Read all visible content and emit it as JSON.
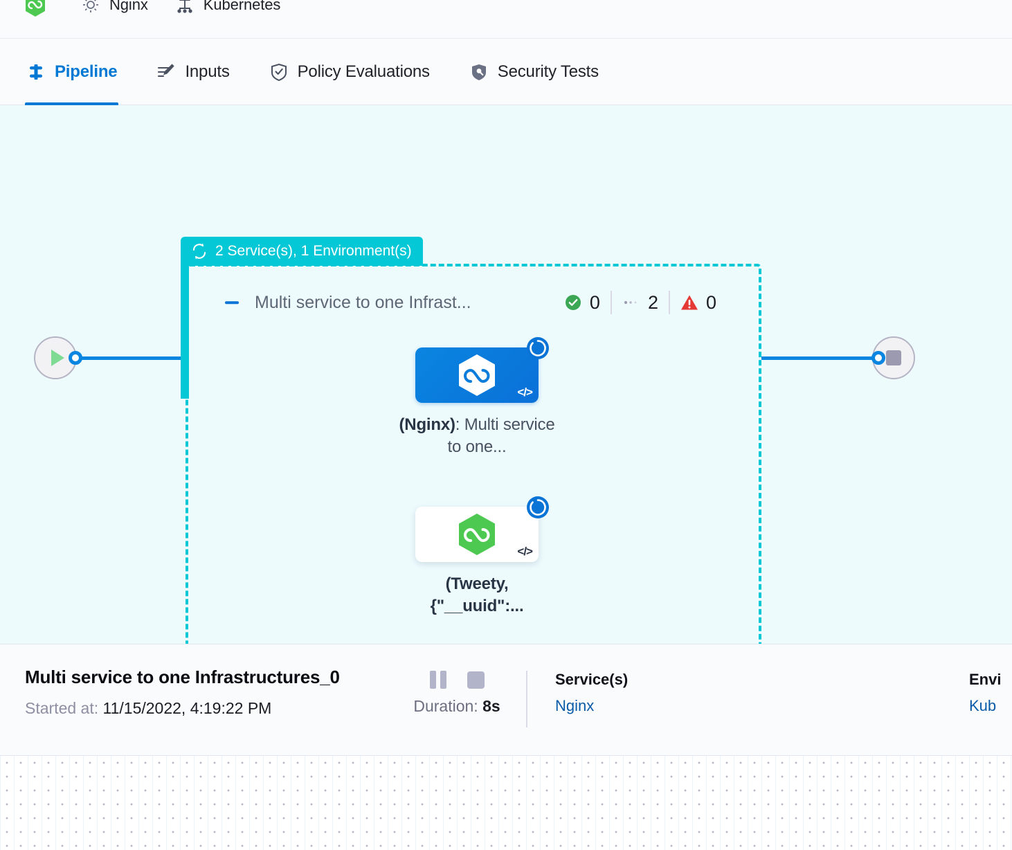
{
  "breadcrumbs": [
    {
      "icon": "harness-hexagon-logo-icon",
      "label": ""
    },
    {
      "icon": "gear-icon",
      "label": "Nginx"
    },
    {
      "icon": "kubernetes-icon",
      "label": "Kubernetes"
    }
  ],
  "tabs": [
    {
      "id": "pipeline",
      "label": "Pipeline",
      "icon": "pipeline-icon",
      "active": true
    },
    {
      "id": "inputs",
      "label": "Inputs",
      "icon": "inputs-icon",
      "active": false
    },
    {
      "id": "policy",
      "label": "Policy Evaluations",
      "icon": "shield-check-icon",
      "active": false
    },
    {
      "id": "security",
      "label": "Security Tests",
      "icon": "shield-scan-icon",
      "active": false
    }
  ],
  "canvas": {
    "group_badge": {
      "icon": "matrix-loop-icon",
      "label": "2 Service(s), 1 Environment(s)"
    },
    "group": {
      "collapse_icon": "minus-icon",
      "title": "Multi service to one Infrast...",
      "stats": [
        {
          "icon": "success-check-icon",
          "value": "0",
          "color": "#3ba755"
        },
        {
          "icon": "pending-dots-icon",
          "value": "2",
          "color": "#9b9ab0"
        },
        {
          "icon": "error-warning-icon",
          "value": "0",
          "color": "#e53935"
        }
      ]
    },
    "nodes": [
      {
        "id": "node-nginx",
        "card_style": "blue",
        "logo": "harness-hexagon-white-icon",
        "code_icon": "code-brackets-icon",
        "status_icon": "running-spinner-icon",
        "label_bold": "(Nginx)",
        "label_rest": ": Multi service to one...",
        "all_bold": false
      },
      {
        "id": "node-tweety",
        "card_style": "white",
        "logo": "harness-hexagon-green-icon",
        "code_icon": "code-brackets-icon",
        "status_icon": "running-spinner-icon",
        "label_bold": "(Tweety, {\"__uuid\":...",
        "label_rest": "",
        "all_bold": true
      }
    ],
    "start_node": {
      "icon": "play-icon"
    },
    "end_node": {
      "icon": "stop-square-icon"
    }
  },
  "detail": {
    "title": "Multi service to one Infrastructures_0",
    "started_label": "Started at:",
    "started_value": "11/15/2022, 4:19:22 PM",
    "pause_icon": "pause-icon",
    "stop_icon": "stop-icon",
    "duration_label": "Duration:",
    "duration_value": "8s",
    "services_head": "Service(s)",
    "services_value": "Nginx",
    "env_head": "Envi",
    "env_value": "Kub"
  },
  "colors": {
    "accent_blue": "#0278d5",
    "cyan": "#05c8d6",
    "canvas_bg": "#edfbfd",
    "link": "#0a5ba8",
    "success": "#3ba755",
    "error": "#e53935"
  }
}
